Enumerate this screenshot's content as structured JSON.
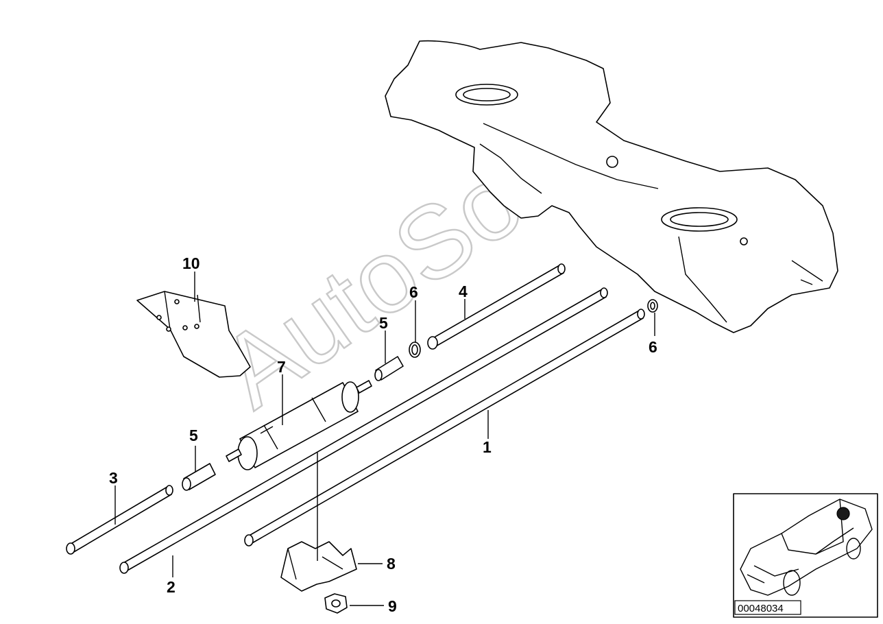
{
  "watermark": "AutoSoft",
  "reference_number": "00048034",
  "callouts": [
    "1",
    "2",
    "3",
    "4",
    "5",
    "5",
    "6",
    "6",
    "7",
    "8",
    "9",
    "10"
  ],
  "colors": {
    "line": "#000000",
    "background": "#ffffff",
    "watermark": "#c9c9c9",
    "marker": "#000000"
  }
}
